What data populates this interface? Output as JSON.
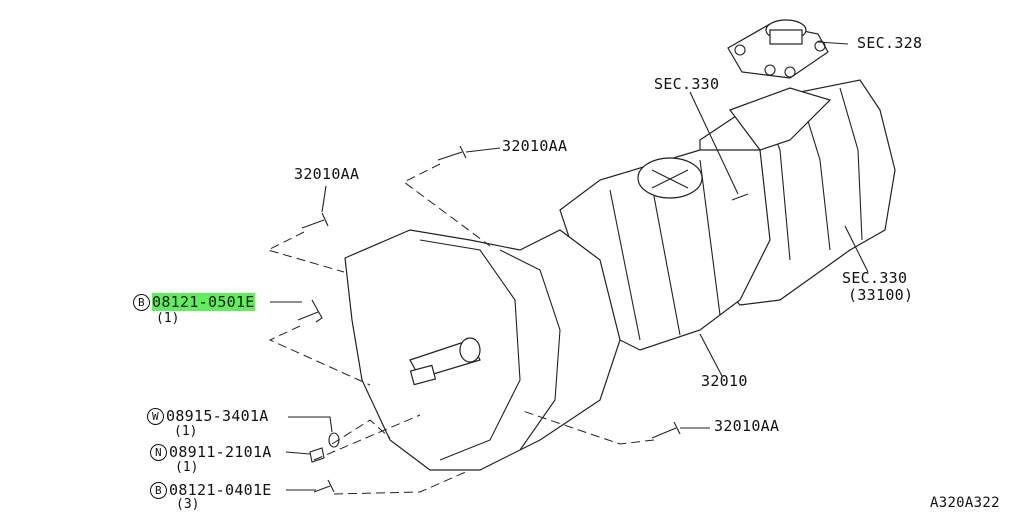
{
  "callouts": {
    "sec328": "SEC.328",
    "sec330_top": "SEC.330",
    "sec330_side": "SEC.330",
    "sec330_side_sub": "(33100)",
    "bolt_top": "32010AA",
    "bolt_left": "32010AA",
    "bolt_right": "32010AA",
    "trans_assy": "32010"
  },
  "parts": [
    {
      "prefix": "B",
      "number": "08121-0501E",
      "qty": "(1)",
      "highlighted": true
    },
    {
      "prefix": "W",
      "number": "08915-3401A",
      "qty": "(1)",
      "highlighted": false
    },
    {
      "prefix": "N",
      "number": "08911-2101A",
      "qty": "(1)",
      "highlighted": false
    },
    {
      "prefix": "B",
      "number": "08121-0401E",
      "qty": "(3)",
      "highlighted": false
    }
  ],
  "figure_code": "A320A322",
  "colors": {
    "highlight": "#5ef05a",
    "line": "#222222"
  }
}
